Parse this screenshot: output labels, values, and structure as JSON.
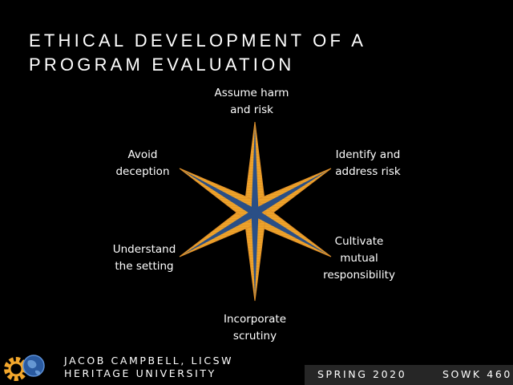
{
  "slide": {
    "title_line1": "ETHICAL DEVELOPMENT OF A",
    "title_line2": "PROGRAM EVALUATION"
  },
  "diagram": {
    "type": "six-point-star",
    "colors": {
      "point_fill": "#f3a72c",
      "inner_ridge": "#2a4f86",
      "outline": "#e0902a"
    },
    "points": [
      {
        "position": "top",
        "line1": "Assume harm",
        "line2": "and risk"
      },
      {
        "position": "upper-right",
        "line1": "Identify and",
        "line2": "address risk"
      },
      {
        "position": "lower-right",
        "line1": "Cultivate",
        "line2": "mutual",
        "line3": "responsibility"
      },
      {
        "position": "bottom",
        "line1": "Incorporate",
        "line2": "scrutiny"
      },
      {
        "position": "lower-left",
        "line1": "Understand",
        "line2": "the setting"
      },
      {
        "position": "upper-left",
        "line1": "Avoid",
        "line2": "deception"
      }
    ]
  },
  "footer": {
    "author": "JACOB CAMPBELL, LICSW",
    "institution": "HERITAGE UNIVERSITY",
    "term": "SPRING 2020",
    "course": "SOWK 460",
    "logo_icon": "gear-globe-logo-icon",
    "colors": {
      "bar": "#262626",
      "logo_gear": "#f3a72c",
      "logo_globe": "#2a5aa0"
    }
  }
}
